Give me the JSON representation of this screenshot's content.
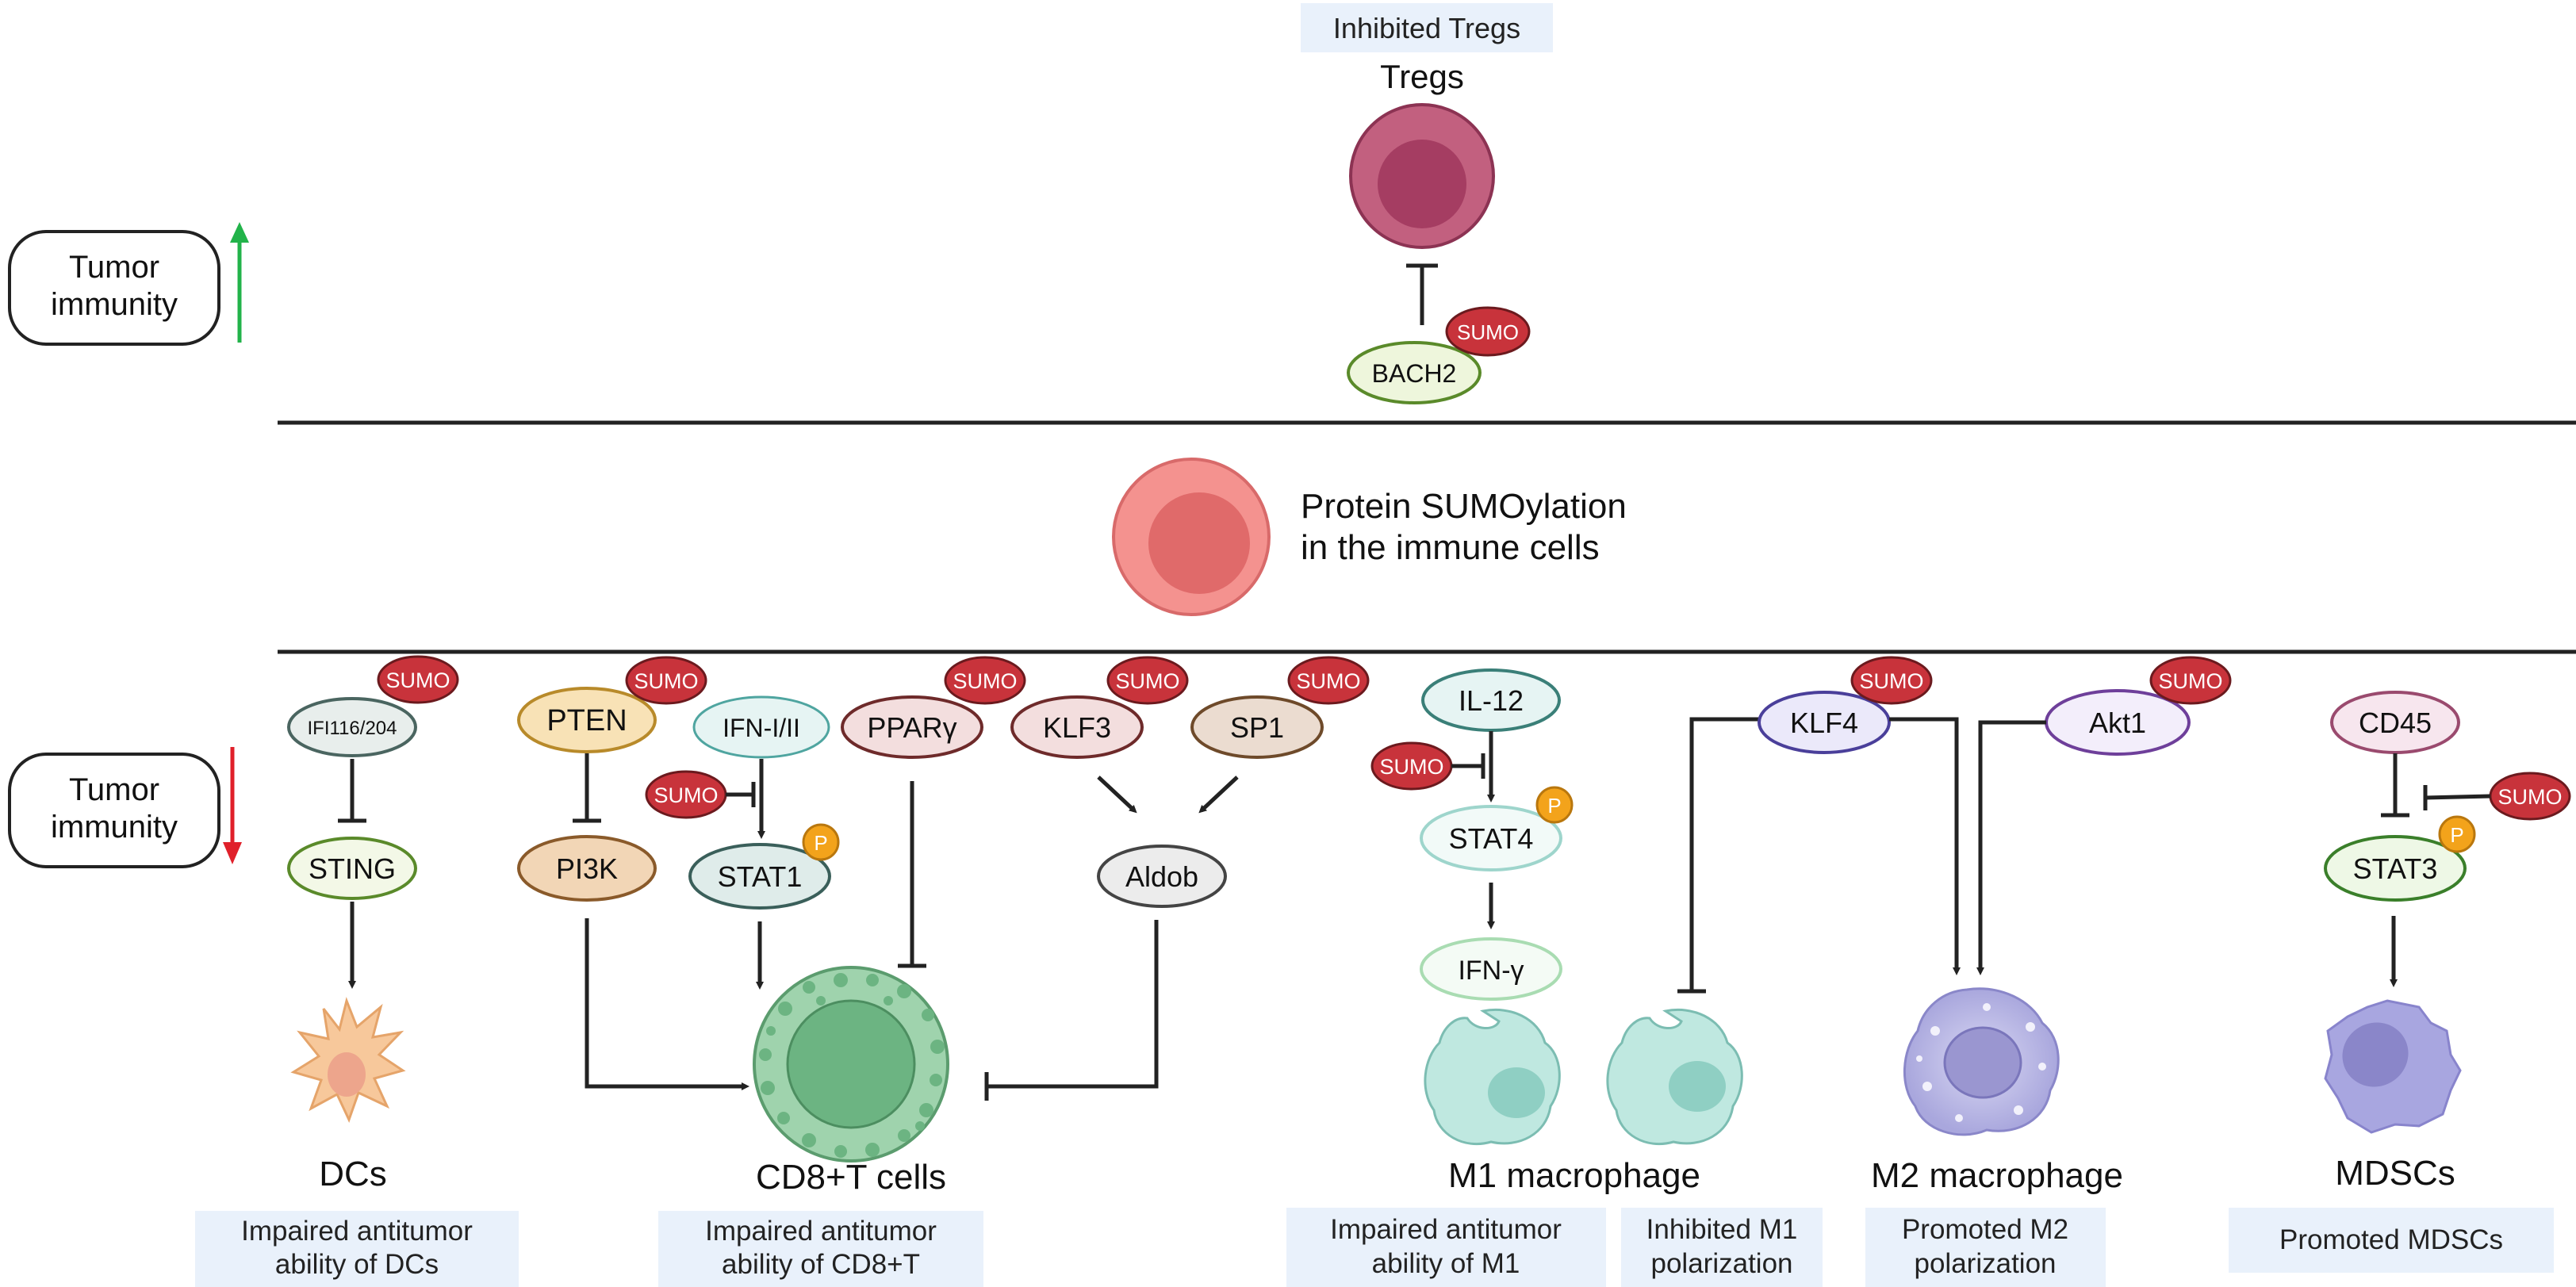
{
  "top_section": {
    "result_box": "Inhibited Tregs",
    "cell_label": "Tregs",
    "protein": "BACH2",
    "sumo_tag": "SUMO"
  },
  "middle_section": {
    "title_line1": "Protein SUMOylation",
    "title_line2": "in the immune cells"
  },
  "side_labels": {
    "upper": {
      "line1": "Tumor",
      "line2": "immunity",
      "arrow": "up",
      "arrow_color": "#22b34a"
    },
    "lower": {
      "line1": "Tumor",
      "line2": "immunity",
      "arrow": "down",
      "arrow_color": "#e0202a"
    }
  },
  "sumo_label": "SUMO",
  "phospho_label": "P",
  "proteins": {
    "ifi116": "IFI116/204",
    "sting": "STING",
    "pten": "PTEN",
    "pi3k": "PI3K",
    "ifn": "IFN-I/II",
    "stat1": "STAT1",
    "ppar": "PPARγ",
    "klf3": "KLF3",
    "sp1": "SP1",
    "aldob": "Aldob",
    "il12": "IL-12",
    "stat4": "STAT4",
    "ifng": "IFN-γ",
    "klf4": "KLF4",
    "akt1": "Akt1",
    "cd45": "CD45",
    "stat3": "STAT3"
  },
  "cells": {
    "dcs": "DCs",
    "cd8": "CD8+T cells",
    "m1": "M1 macrophage",
    "m2": "M2 macrophage",
    "mdscs": "MDSCs"
  },
  "outcome_boxes": {
    "dcs": {
      "line1": "Impaired antitumor",
      "line2": "ability of DCs"
    },
    "cd8": {
      "line1": "Impaired antitumor",
      "line2": "ability of CD8+T"
    },
    "m1_ability": {
      "line1": "Impaired antitumor",
      "line2": "ability of M1"
    },
    "m1_polar": {
      "line1": "Inhibited M1",
      "line2": "polarization"
    },
    "m2_polar": {
      "line1": "Promoted M2",
      "line2": "polarization"
    },
    "mdscs": {
      "line1": "Promoted MDSCs",
      "line2": ""
    }
  },
  "colors": {
    "sumo_fill": "#c8333b",
    "phospho_fill": "#f3a31b",
    "box_fill": "#e9f1fb",
    "tregs_cell": "#b24e6e",
    "center_cell": "#f08a88",
    "cd8_cell": "#8fcca0",
    "dc_cell": "#f7c89b",
    "macrophage": "#b8e6df",
    "m2_cell": "#b9b8e6",
    "mdsc_cell": "#a8a6e0"
  }
}
